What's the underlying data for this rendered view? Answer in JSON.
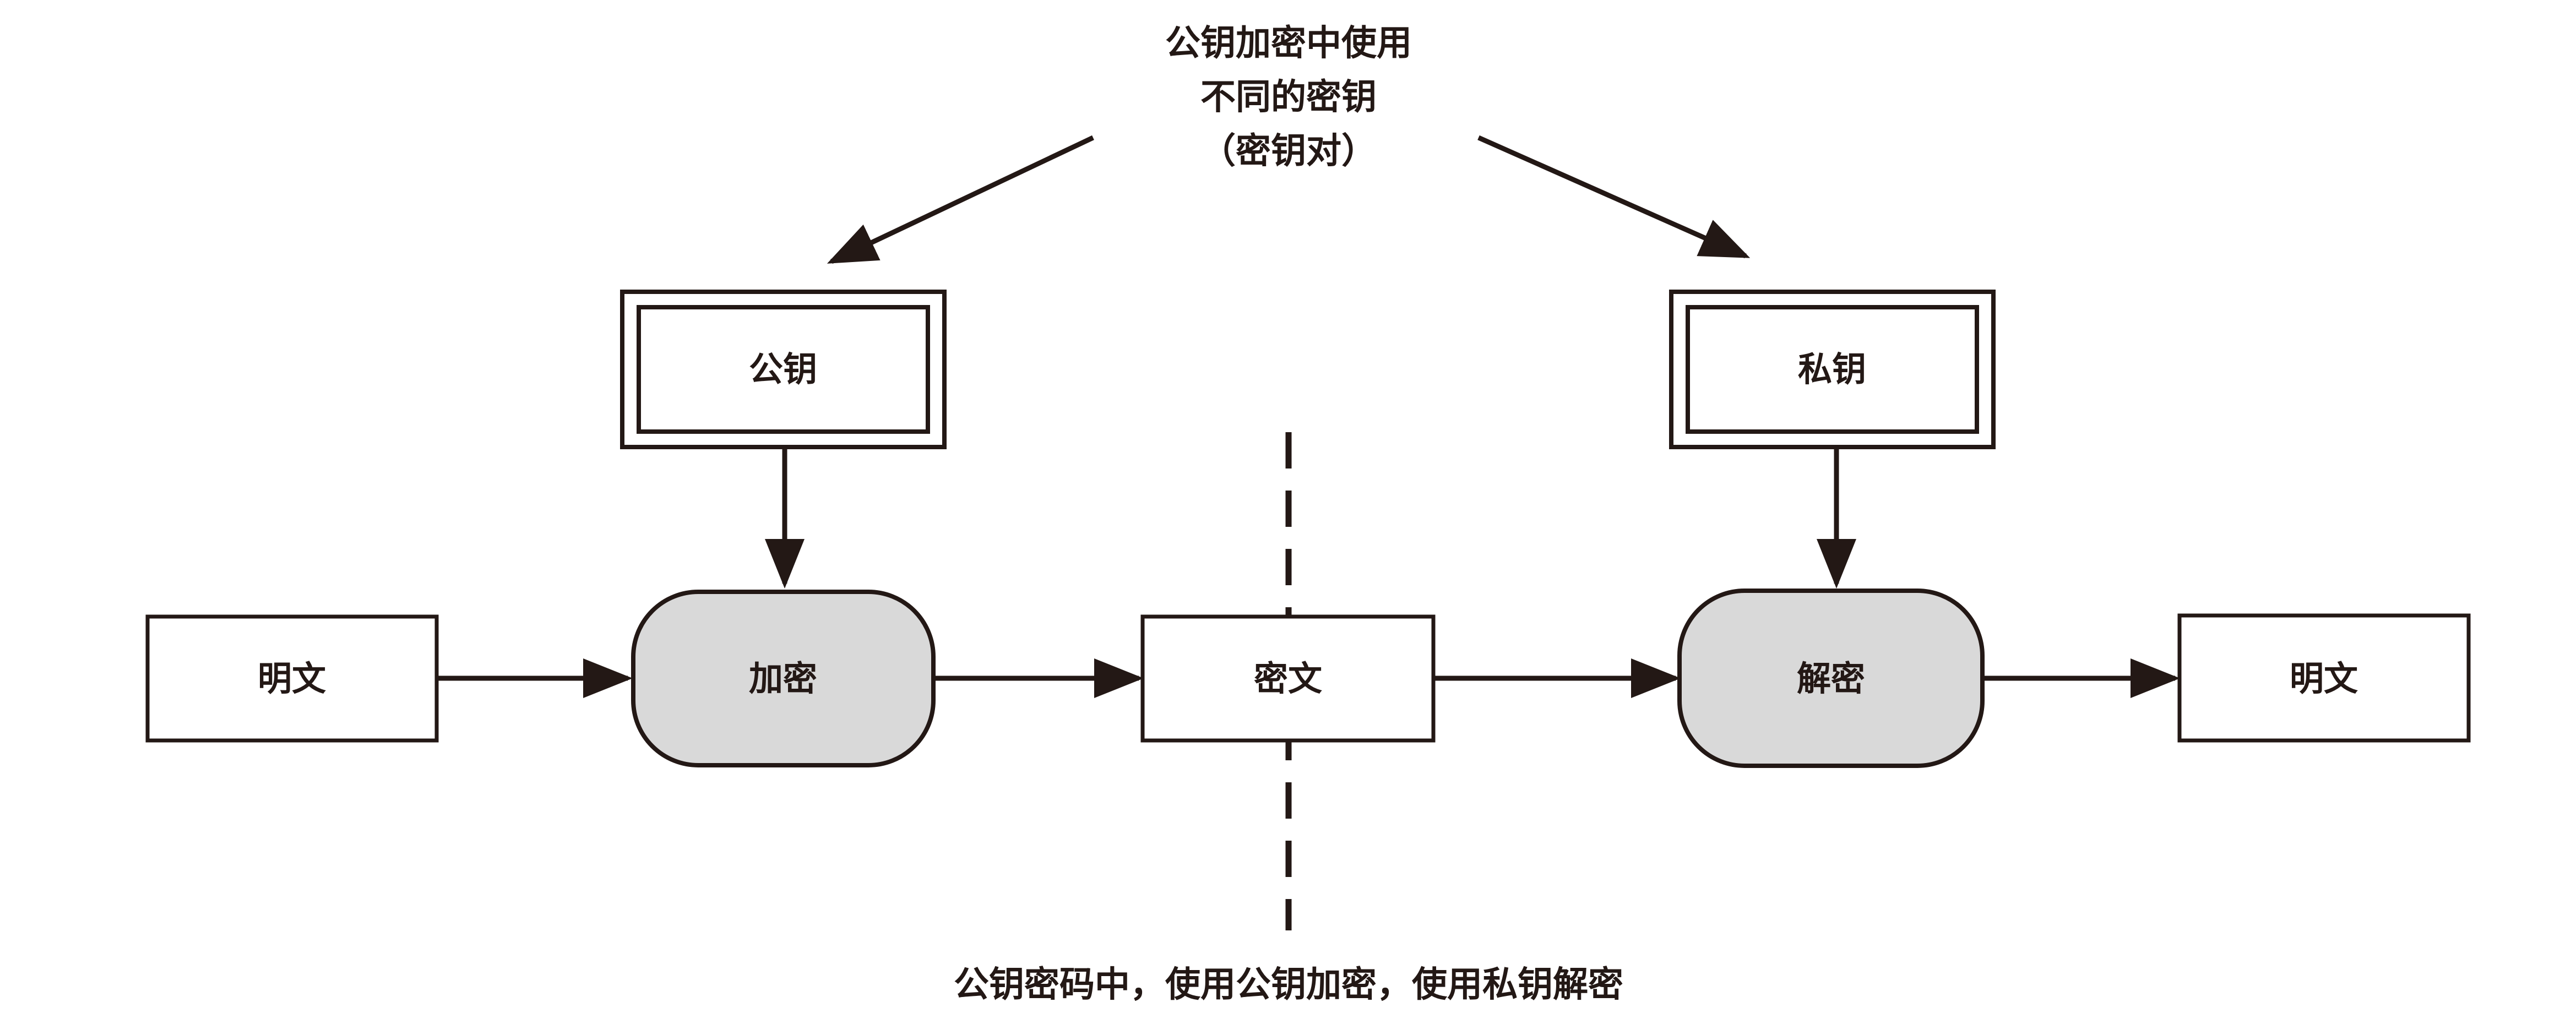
{
  "top_note": {
    "lines": [
      "公钥加密中使用",
      "不同的密钥",
      "（密钥对）"
    ]
  },
  "keys": {
    "public_key": "公钥",
    "private_key": "私钥"
  },
  "flow": {
    "plaintext_in": "明文",
    "encrypt": "加密",
    "ciphertext": "密文",
    "decrypt": "解密",
    "plaintext_out": "明文"
  },
  "caption": "公钥密码中，使用公钥加密，使用私钥解密",
  "colors": {
    "stroke": "#231815",
    "process_fill": "#d9d9d9",
    "box_fill": "#ffffff",
    "background": "#ffffff"
  }
}
